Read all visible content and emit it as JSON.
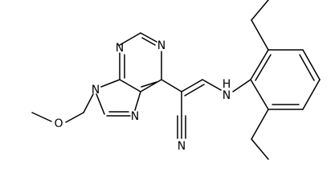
{
  "molecule": {
    "atoms": {
      "n1": "N",
      "n3": "N",
      "n7": "N",
      "n9": "N",
      "o": "O",
      "nh": "H",
      "n_nitrile": "N",
      "nh_n": "N"
    }
  }
}
